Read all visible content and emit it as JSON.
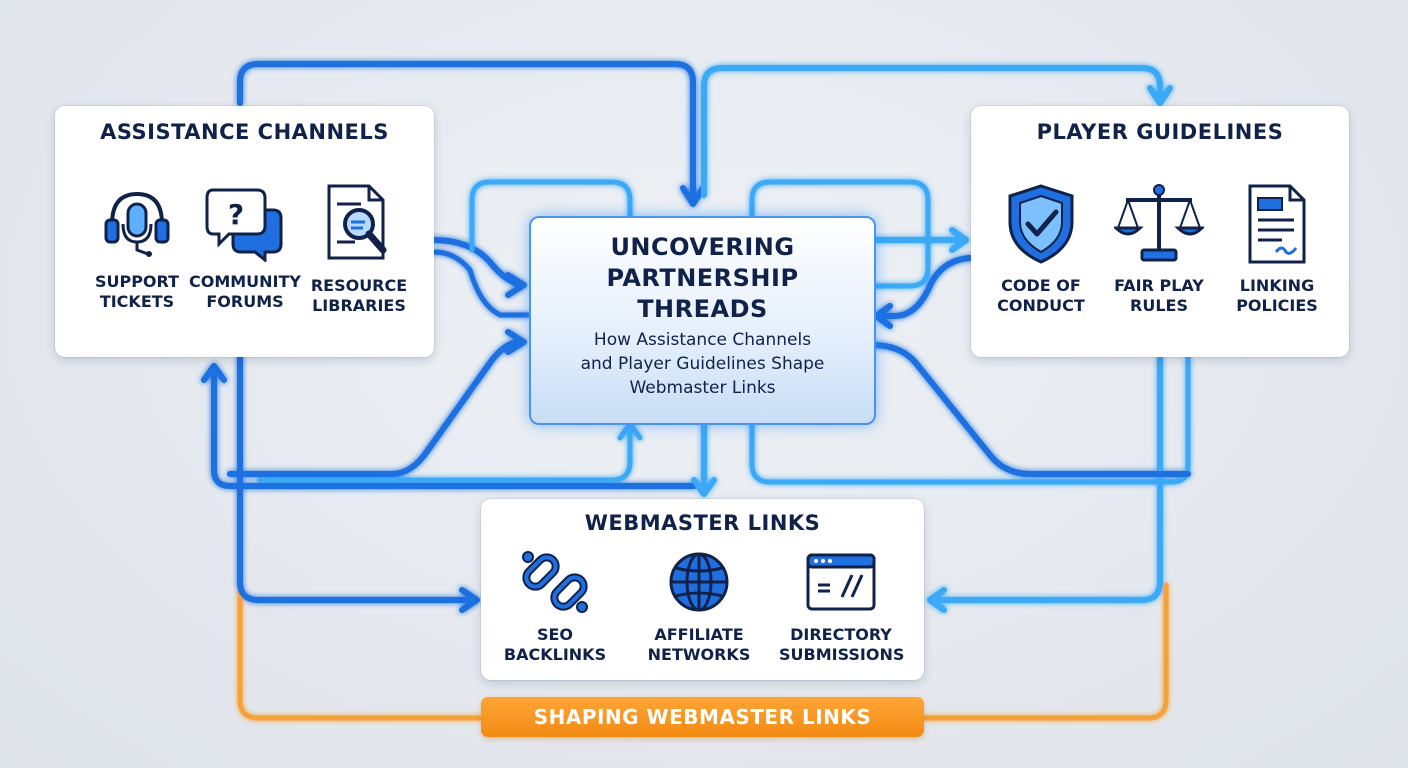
{
  "colors": {
    "primary_blue": "#1f6fe0",
    "light_blue": "#3aa9f5",
    "accent_orange": "#f39a2a",
    "text_navy": "#10224a"
  },
  "center": {
    "title": "UNCOVERING\nPARTNERSHIP\nTHREADS",
    "subtitle": "How Assistance Channels\nand Player Guidelines Shape\nWebmaster Links"
  },
  "assistance": {
    "title": "ASSISTANCE CHANNELS",
    "items": [
      {
        "label": "SUPPORT\nTICKETS",
        "icon": "headset-icon"
      },
      {
        "label": "COMMUNITY\nFORUMS",
        "icon": "chat-question-icon"
      },
      {
        "label": "RESOURCE\nLIBRARIES",
        "icon": "document-search-icon"
      }
    ]
  },
  "guidelines": {
    "title": "PLAYER GUIDELINES",
    "items": [
      {
        "label": "CODE OF\nCONDUCT",
        "icon": "shield-check-icon"
      },
      {
        "label": "FAIR PLAY\nRULES",
        "icon": "scales-icon"
      },
      {
        "label": "LINKING\nPOLICIES",
        "icon": "policy-document-icon"
      }
    ]
  },
  "webmaster": {
    "title": "WEBMASTER LINKS",
    "items": [
      {
        "label": "SEO\nBACKLINKS",
        "icon": "chain-link-icon"
      },
      {
        "label": "AFFILIATE\nNETWORKS",
        "icon": "globe-icon"
      },
      {
        "label": "DIRECTORY\nSUBMISSIONS",
        "icon": "browser-window-icon"
      }
    ]
  },
  "banner": {
    "label": "SHAPING WEBMASTER LINKS"
  }
}
